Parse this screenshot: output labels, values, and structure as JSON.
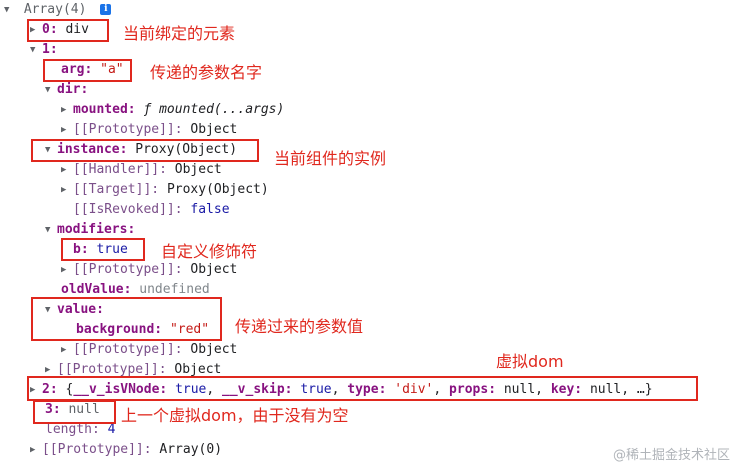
{
  "console": {
    "root_label": "Array(4)",
    "info_icon": "i",
    "item0": {
      "key": "0",
      "value": "div"
    },
    "item1": {
      "key": "1"
    },
    "arg": {
      "key": "arg",
      "value": "\"a\""
    },
    "dir": {
      "key": "dir"
    },
    "mounted": {
      "key": "mounted",
      "fn": "ƒ mounted(...args)"
    },
    "proto_object": {
      "key": "[[Prototype]]",
      "value": "Object"
    },
    "instance": {
      "key": "instance",
      "value": "Proxy(Object)"
    },
    "handler": {
      "key": "[[Handler]]",
      "value": "Object"
    },
    "target": {
      "key": "[[Target]]",
      "value": "Proxy(Object)"
    },
    "revoked": {
      "key": "[[IsRevoked]]",
      "value": "false"
    },
    "modifiers": {
      "key": "modifiers"
    },
    "b": {
      "key": "b",
      "value": "true"
    },
    "oldValue": {
      "key": "oldValue",
      "value": "undefined"
    },
    "value": {
      "key": "value"
    },
    "background": {
      "key": "background",
      "value": "\"red\""
    },
    "item2": {
      "key": "2",
      "summary_open": "{",
      "p1k": "__v_isVNode",
      "p1v": "true",
      "p2k": "__v_skip",
      "p2v": "true",
      "p3k": "type",
      "p3v": "'div'",
      "p4k": "props",
      "p4v": "null",
      "p5k": "key",
      "p5v": "null",
      "summary_close": "…}"
    },
    "item3": {
      "key": "3",
      "value": "null"
    },
    "length": {
      "key": "length",
      "value": "4"
    },
    "proto_array": {
      "key": "[[Prototype]]",
      "value": "Array(0)"
    }
  },
  "annotations": {
    "n0": "当前绑定的元素",
    "n1": "传递的参数名字",
    "n2": "当前组件的实例",
    "n3": "自定义修饰符",
    "n4": "传递过来的参数值",
    "n5": "虚拟dom",
    "n6": "上一个虚拟dom，由于没有为空"
  },
  "watermark": "@稀土掘金技术社区",
  "colors": {
    "annotation": "#e0281e",
    "key": "#881280",
    "string": "#c41a16",
    "number": "#1a1aa6"
  }
}
